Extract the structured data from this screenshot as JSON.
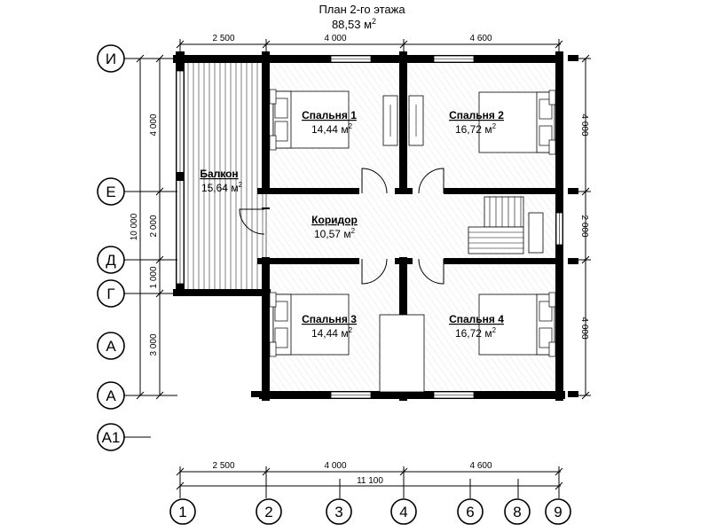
{
  "title": "План 2-го этажа",
  "total_area": "88,53 м",
  "sq": "2",
  "rooms": {
    "bedroom1": {
      "name": "Спальня 1",
      "area": "14,44 м",
      "sq": "2"
    },
    "bedroom2": {
      "name": "Спальня 2",
      "area": "16,72 м",
      "sq": "2"
    },
    "bedroom3": {
      "name": "Спальня 3",
      "area": "14,44 м",
      "sq": "2"
    },
    "bedroom4": {
      "name": "Спальня 4",
      "area": "16,72 м",
      "sq": "2"
    },
    "balcony": {
      "name": "Балкон",
      "area": "15,64 м",
      "sq": "2"
    },
    "corridor": {
      "name": "Коридор",
      "area": "10,57 м",
      "sq": "2"
    }
  },
  "dims_top": [
    "2 500",
    "4 000",
    "4 600"
  ],
  "dims_bottom": [
    "2 500",
    "4 000",
    "4 600"
  ],
  "dim_total_bottom": "11 100",
  "dims_left": [
    "4 000",
    "2 000",
    "1 000",
    "3 000"
  ],
  "dim_total_left": "10 000",
  "dims_right": [
    "4 000",
    "2 000",
    "4 000"
  ],
  "axes_bottom": [
    "1",
    "2",
    "3",
    "4",
    "6",
    "8",
    "9"
  ],
  "axes_left": [
    "И",
    "Е",
    "Д",
    "Г",
    "А",
    "А",
    "А1"
  ]
}
